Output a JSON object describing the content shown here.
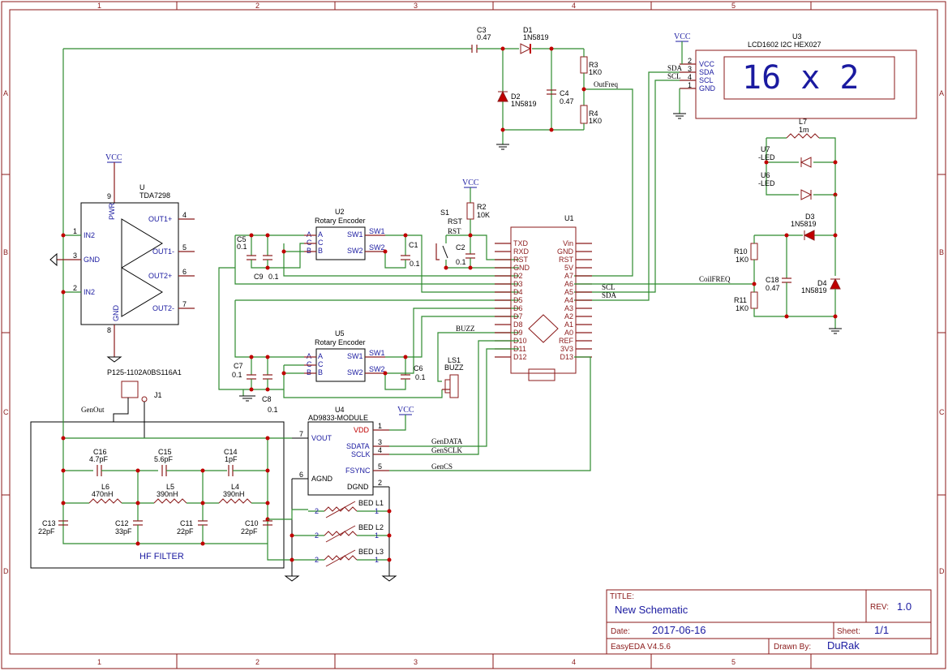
{
  "frame": {
    "cols": [
      "1",
      "2",
      "3",
      "4",
      "5"
    ],
    "rows": [
      "A",
      "B",
      "C",
      "D"
    ]
  },
  "title_block": {
    "title_label": "TITLE:",
    "title": "New Schematic",
    "rev_label": "REV:",
    "rev": "1.0",
    "date_label": "Date:",
    "date": "2017-06-16",
    "sheet_label": "Sheet:",
    "sheet": "1/1",
    "tool": "EasyEDA V4.5.6",
    "drawn_label": "Drawn By:",
    "drawn": "DuRak"
  },
  "lcd": {
    "ref": "U3",
    "name": "LCD1602 I2C HEX027",
    "display": "16 x 2",
    "pins": [
      "VCC",
      "SDA",
      "SCL",
      "GND"
    ],
    "nums": [
      "2",
      "3",
      "4",
      "1"
    ],
    "vcc": "VCC",
    "sda": "SDA",
    "scl": "SCL"
  },
  "amp": {
    "ref": "U",
    "name": "TDA7298",
    "vcc": "VCC",
    "pwr": "PWR",
    "gnd": "GND",
    "pins_left": [
      "IN2",
      "GND",
      "IN2"
    ],
    "nums_left": [
      "1",
      "3",
      "2"
    ],
    "pins_right": [
      "OUT1+",
      "OUT1-",
      "OUT2+",
      "OUT2-"
    ],
    "nums_right": [
      "4",
      "5",
      "6",
      "7"
    ],
    "pin9": "9",
    "pin8": "8"
  },
  "detector": {
    "c3": "C3",
    "c3v": "0.47",
    "d1": "D1",
    "d1v": "1N5819",
    "r3": "R3",
    "r3v": "1K0",
    "d2": "D2",
    "d2v": "1N5819",
    "c4": "C4",
    "c4v": "0.47",
    "r4": "R4",
    "r4v": "1K0",
    "net": "OutFreq"
  },
  "enc1": {
    "ref": "U2",
    "name": "Rotary Encoder",
    "pins": [
      "A",
      "C",
      "B"
    ],
    "sw1": "SW1",
    "sw2": "SW2"
  },
  "enc2": {
    "ref": "U5",
    "name": "Rotary Encoder",
    "pins": [
      "A",
      "C",
      "B"
    ],
    "sw1": "SW1",
    "sw2": "SW2"
  },
  "caps_top": {
    "c5": "C5",
    "c5v": "0.1",
    "c9": "C9",
    "c9v": "0.1",
    "c1": "C1",
    "c1v": "0.1",
    "c2": "C2",
    "c2v": "0.1"
  },
  "caps_mid": {
    "c7": "C7",
    "c7v": "0.1",
    "c8": "C8",
    "c8v": "0.1",
    "c6": "C6",
    "c6v": "0.1"
  },
  "reset": {
    "s1": "S1",
    "s1n": "RST",
    "net": "RST",
    "r2": "R2",
    "r2v": "10K",
    "vcc": "VCC"
  },
  "mcu": {
    "ref": "U1",
    "left": [
      "TXD",
      "RXD",
      "RST",
      "GND",
      "D2",
      "D3",
      "D4",
      "D5",
      "D6",
      "D7",
      "D8",
      "D9",
      "D10",
      "D11",
      "D12"
    ],
    "right": [
      "Vin",
      "GND",
      "RST",
      "5V",
      "A7",
      "A6",
      "A5",
      "A4",
      "A3",
      "A2",
      "A1",
      "A0",
      "REF",
      "3V3",
      "D13"
    ]
  },
  "nets": {
    "scl": "SCL",
    "sda": "SDA",
    "coil": "CoilFREQ",
    "buzz": "BUZZ",
    "gendata": "GenDATA",
    "gensclk": "GenSCLK",
    "gencs": "GenCS",
    "genout": "GenOut"
  },
  "buzzer": {
    "ref": "LS1",
    "name": "BUZZ"
  },
  "leds": {
    "l7": "L7",
    "l7v": "1m",
    "u7": "U7",
    "u7v": "-LED",
    "u6": "U6",
    "u6v": "-LED",
    "d3": "D3",
    "d3v": "1N5819",
    "d4": "D4",
    "d4v": "1N5819",
    "r10": "R10",
    "r10v": "1K0",
    "r11": "R11",
    "r11v": "1K0",
    "c18": "C18",
    "c18v": "0.47"
  },
  "connector": {
    "name": "P125-1102A0BS116A1",
    "ref": "J1"
  },
  "ad9833": {
    "ref": "U4",
    "name": "AD9833-MODULE",
    "vcc": "VCC",
    "pins_left": [
      "VOUT",
      "AGND"
    ],
    "nums_left": [
      "7",
      "6"
    ],
    "pins_right": [
      "VDD",
      "SDATA",
      "SCLK",
      "FSYNC",
      "DGND"
    ],
    "nums_right": [
      "1",
      "3",
      "4",
      "5",
      "2"
    ]
  },
  "filter": {
    "label": "HF FILTER",
    "c16": "C16",
    "c16v": "4.7pF",
    "c15": "C15",
    "c15v": "5.6pF",
    "c14": "C14",
    "c14v": "1pF",
    "l6": "L6",
    "l6v": "470nH",
    "l5": "L5",
    "l5v": "390nH",
    "l4": "L4",
    "l4v": "390nH",
    "c13": "C13",
    "c13v": "22pF",
    "c12": "C12",
    "c12v": "33pF",
    "c11": "C11",
    "c11v": "22pF",
    "c10": "C10",
    "c10v": "22pF"
  },
  "bed": {
    "l1": "BED L1",
    "l2": "BED L2",
    "l3": "BED L3",
    "n1": "1",
    "n2": "2"
  }
}
